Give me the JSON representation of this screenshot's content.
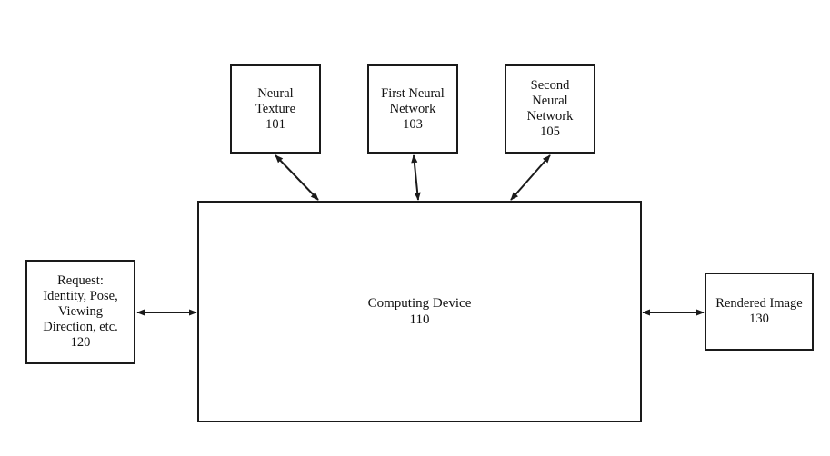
{
  "diagram": {
    "nodes": [
      {
        "id": "neural_texture",
        "lines": [
          "Neural",
          "Texture",
          "101"
        ]
      },
      {
        "id": "first_neural_network",
        "lines": [
          "First Neural",
          "Network",
          "103"
        ]
      },
      {
        "id": "second_neural_network",
        "lines": [
          "Second",
          "Neural",
          "Network",
          "105"
        ]
      },
      {
        "id": "computing_device",
        "lines": [
          "Computing Device",
          "110"
        ]
      },
      {
        "id": "request",
        "lines": [
          "Request:",
          "Identity, Pose,",
          "Viewing",
          "Direction, etc.",
          "120"
        ]
      },
      {
        "id": "rendered_image",
        "lines": [
          "Rendered Image",
          "130"
        ]
      }
    ],
    "edges": [
      {
        "from": "neural_texture",
        "to": "computing_device",
        "direction": "bidirectional"
      },
      {
        "from": "first_neural_network",
        "to": "computing_device",
        "direction": "bidirectional"
      },
      {
        "from": "second_neural_network",
        "to": "computing_device",
        "direction": "bidirectional"
      },
      {
        "from": "request",
        "to": "computing_device",
        "direction": "bidirectional"
      },
      {
        "from": "computing_device",
        "to": "rendered_image",
        "direction": "bidirectional"
      }
    ],
    "colors": {
      "stroke": "#1a1a1a",
      "background": "#ffffff"
    }
  }
}
